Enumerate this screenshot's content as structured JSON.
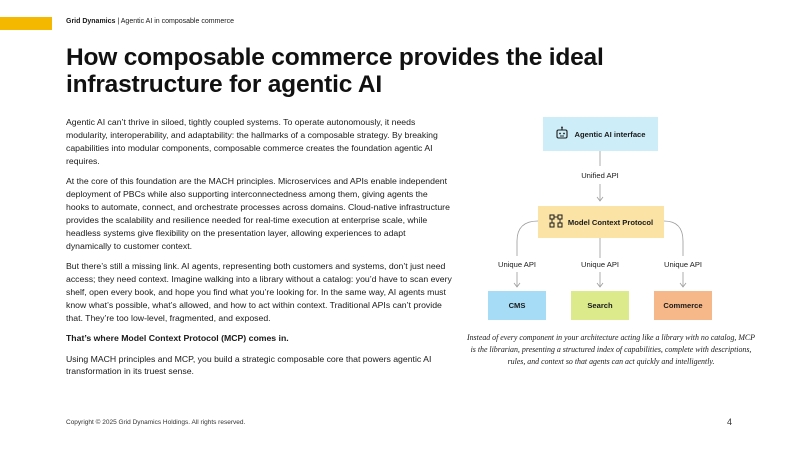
{
  "header": {
    "brand": "Grid Dynamics",
    "separator": "|",
    "section": "Agentic AI in composable commerce"
  },
  "title": "How composable commerce provides the ideal infrastructure for agentic AI",
  "paragraphs": [
    "Agentic AI can’t thrive in siloed, tightly coupled systems. To operate autonomously, it needs modularity, interoperability, and adaptability: the hallmarks of a composable strategy. By breaking capabilities into modular components, composable commerce creates the foundation agentic AI requires.",
    "At the core of this foundation are the MACH principles. Microservices and APIs enable independent deployment of PBCs while also supporting interconnectedness among them, giving agents the hooks to automate, connect, and orchestrate processes across domains. Cloud-native infrastructure provides the scalability and resilience needed for real-time execution at enterprise scale, while headless systems give flexibility on the presentation layer, allowing experiences to adapt dynamically to customer context.",
    "But there’s still a missing link. AI agents, representing both customers and systems, don’t just need access; they need context. Imagine walking into a library without a catalog: you’d have to scan every shelf, open every book, and hope you find what you’re looking for. In the same way, AI agents must know what’s possible, what’s allowed, and how to act within context. Traditional APIs can’t provide that. They’re too low-level, fragmented, and exposed.",
    "That’s where Model Context Protocol (MCP) comes in.",
    "Using MACH principles and MCP, you build a strategic composable core that powers agentic AI transformation in its truest sense."
  ],
  "diagram": {
    "top_node": {
      "label": "Agentic AI interface",
      "icon": "robot-icon",
      "color": "#cdeef8"
    },
    "unified_api_label": "Unified API",
    "middle_node": {
      "label": "Model Context Protocol",
      "icon": "network-icon",
      "color": "#fbe3a6"
    },
    "unique_api_labels": [
      "Unique API",
      "Unique API",
      "Unique API"
    ],
    "bottom_nodes": [
      {
        "label": "CMS",
        "color": "#a6dcf5"
      },
      {
        "label": "Search",
        "color": "#dcea8c"
      },
      {
        "label": "Commerce",
        "color": "#f7b889"
      }
    ],
    "line_color": "#9a9a9a"
  },
  "caption": "Instead of every component in your architecture acting like a library with no catalog, MCP is the librarian, presenting a structured index of capabilities, complete with descriptions, rules, and context so that agents can act quickly and intelligently.",
  "footer": "Copyright © 2025 Grid Dynamics Holdings. All rights reserved.",
  "page_number": "4",
  "accent_color": "#f5b800"
}
